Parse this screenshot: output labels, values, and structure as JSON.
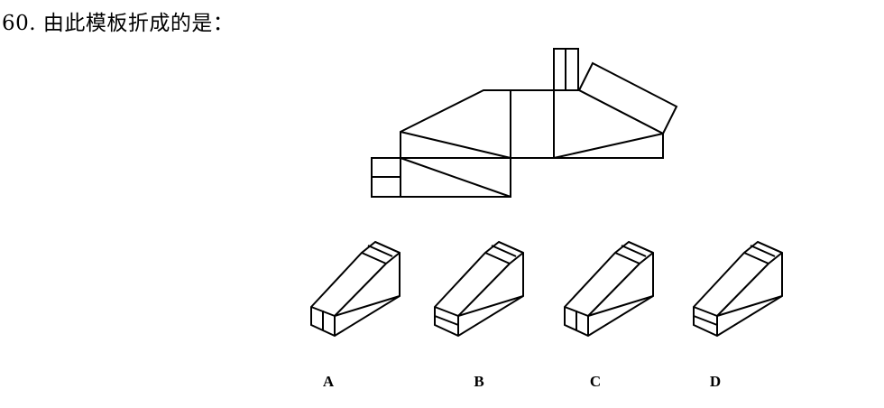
{
  "question": {
    "title": "60. 由此模板折成的是："
  },
  "options": [
    {
      "label": "A"
    },
    {
      "label": "B"
    },
    {
      "label": "C"
    },
    {
      "label": "D"
    }
  ]
}
